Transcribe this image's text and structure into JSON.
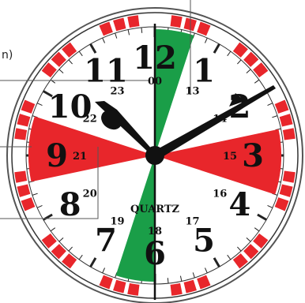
{
  "callout_fragment": "n)",
  "brand_label": "QUARTZ",
  "hours": [
    {
      "label": "12"
    },
    {
      "label": "1"
    },
    {
      "label": "2"
    },
    {
      "label": "3"
    },
    {
      "label": "4"
    },
    {
      "label": "5"
    },
    {
      "label": "6"
    },
    {
      "label": "7"
    },
    {
      "label": "8"
    },
    {
      "label": "9"
    },
    {
      "label": "10"
    },
    {
      "label": "11"
    }
  ],
  "minor_numbers": [
    {
      "label": "00"
    },
    {
      "label": "13"
    },
    {
      "label": "14"
    },
    {
      "label": "15"
    },
    {
      "label": "16"
    },
    {
      "label": "17"
    },
    {
      "label": "18"
    },
    {
      "label": "19"
    },
    {
      "label": "20"
    },
    {
      "label": "21"
    },
    {
      "label": "22"
    },
    {
      "label": "23"
    }
  ],
  "colors": {
    "silence_sector": "#e8262b",
    "green_sector": "#1a9e48",
    "ring_red": "#e8262b",
    "hands": "#111111"
  },
  "time_shown": {
    "hour": 10,
    "minute": 10
  }
}
